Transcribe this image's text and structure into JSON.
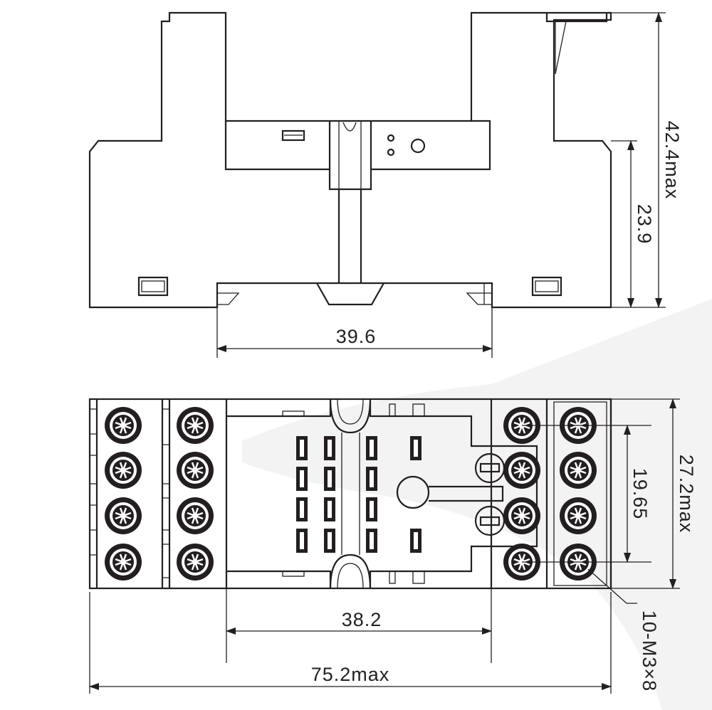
{
  "dimensions": {
    "side_height_max": "42.4max",
    "side_mount_height": "23.9",
    "side_base_width": "39.6",
    "top_height_max": "27.2max",
    "top_terminal_pitch": "19.65",
    "top_inner_width": "38.2",
    "top_total_width": "75.2max",
    "screw_callout": "10-M3×8"
  },
  "colors": {
    "line": "#231f20",
    "background": "#ffffff",
    "watermark": "#f3f3f3"
  }
}
